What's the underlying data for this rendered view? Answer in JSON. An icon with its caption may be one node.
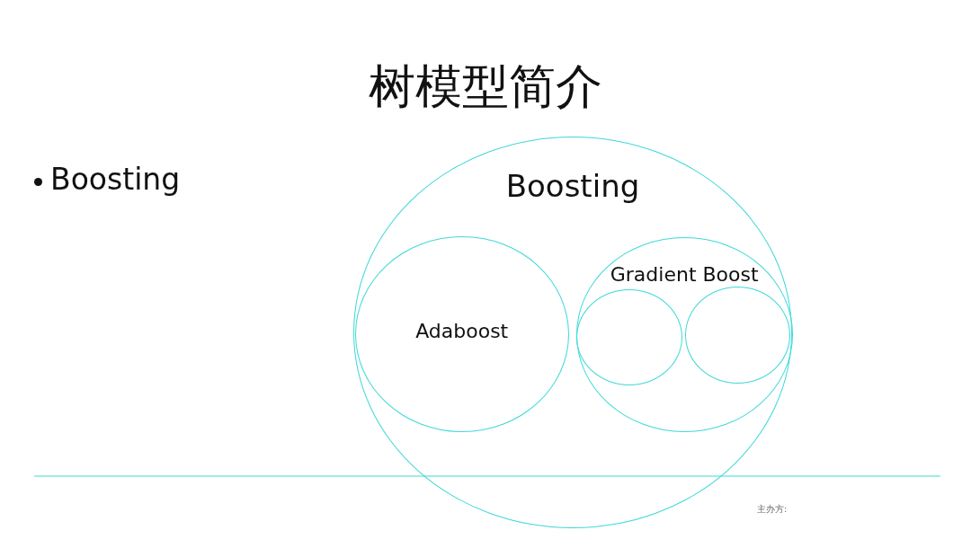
{
  "diagram": {
    "title": "树模型简介",
    "nodes": [
      {
        "text": [
          "Boosting"
        ]
      },
      {
        "text": [
          "Adaboost"
        ],
        "in": 0
      },
      {
        "text": [
          "Gradient Boost"
        ],
        "in": 0
      },
      {
        "text": [],
        "shape": "circle",
        "in": 2
      },
      {
        "text": [],
        "shape": "circle",
        "in": 2
      }
    ],
    "labels": [
      "Boosting",
      "主办方:"
    ]
  }
}
